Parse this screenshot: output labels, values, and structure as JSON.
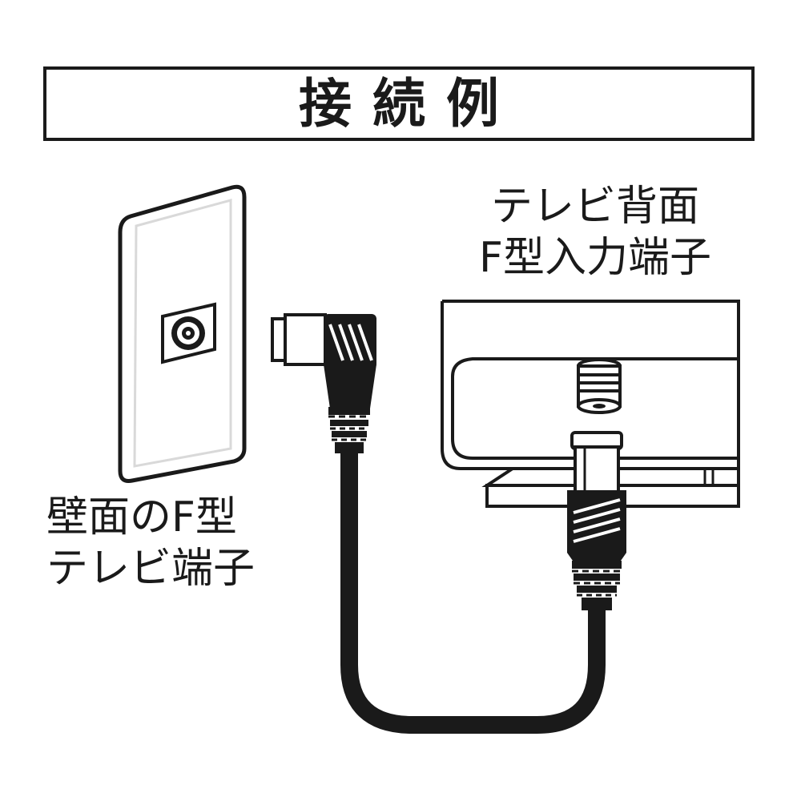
{
  "header": {
    "title": "接続例"
  },
  "labels": {
    "tv_back": {
      "line1": "テレビ背面",
      "line2": "F型入力端子"
    },
    "wall": {
      "line1": "壁面のF型",
      "line2": "テレビ端子"
    }
  },
  "colors": {
    "ink": "#1a1a1a",
    "background": "#ffffff",
    "shade": "#d9d9d9"
  }
}
